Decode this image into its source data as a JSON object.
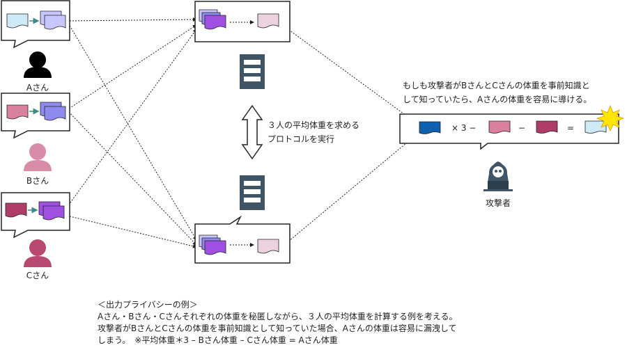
{
  "users": {
    "a": {
      "label": "Aさん",
      "color": "#000000"
    },
    "b": {
      "label": "Bさん",
      "color": "#d88ca8"
    },
    "c": {
      "label": "Cさん",
      "color": "#b84a72"
    }
  },
  "protocol_label_line1": "３人の平均体重を求める",
  "protocol_label_line2": "プロトコルを実行",
  "attacker": {
    "label": "攻撃者",
    "note_line1": "もしも攻撃者がBさんとCさんの体重を事前知識と",
    "note_line2": "して知っていたら、Aさんの体重を容易に導ける。",
    "formula": {
      "times": "× 3 −",
      "minus": "−",
      "equals": "="
    }
  },
  "caption": {
    "title": "＜出力プライバシーの例＞",
    "line1": "Aさん・Bさん・Cさんそれぞれの体重を秘匿しながら、３人の平均体重を計算する例を考える。",
    "line2": "攻撃者がBさんとCさんの体重を事前知識として知っていた場合、Aさんの体重は容易に漏洩して",
    "line3": "しまう。　※平均体重＊3 – Bさん体重 – Cさん体重 = Aさん体重"
  },
  "colors": {
    "a_doc": "#cdeaf6",
    "b_doc": "#d9809e",
    "c_doc": "#b03c68",
    "enc_a": "#c8c6ff",
    "enc_b": "#8e8af0",
    "enc_c": "#a050e0",
    "result": "#ecd2df",
    "attacker_a": "#1060b0",
    "arrow": "#3d8a8a"
  }
}
